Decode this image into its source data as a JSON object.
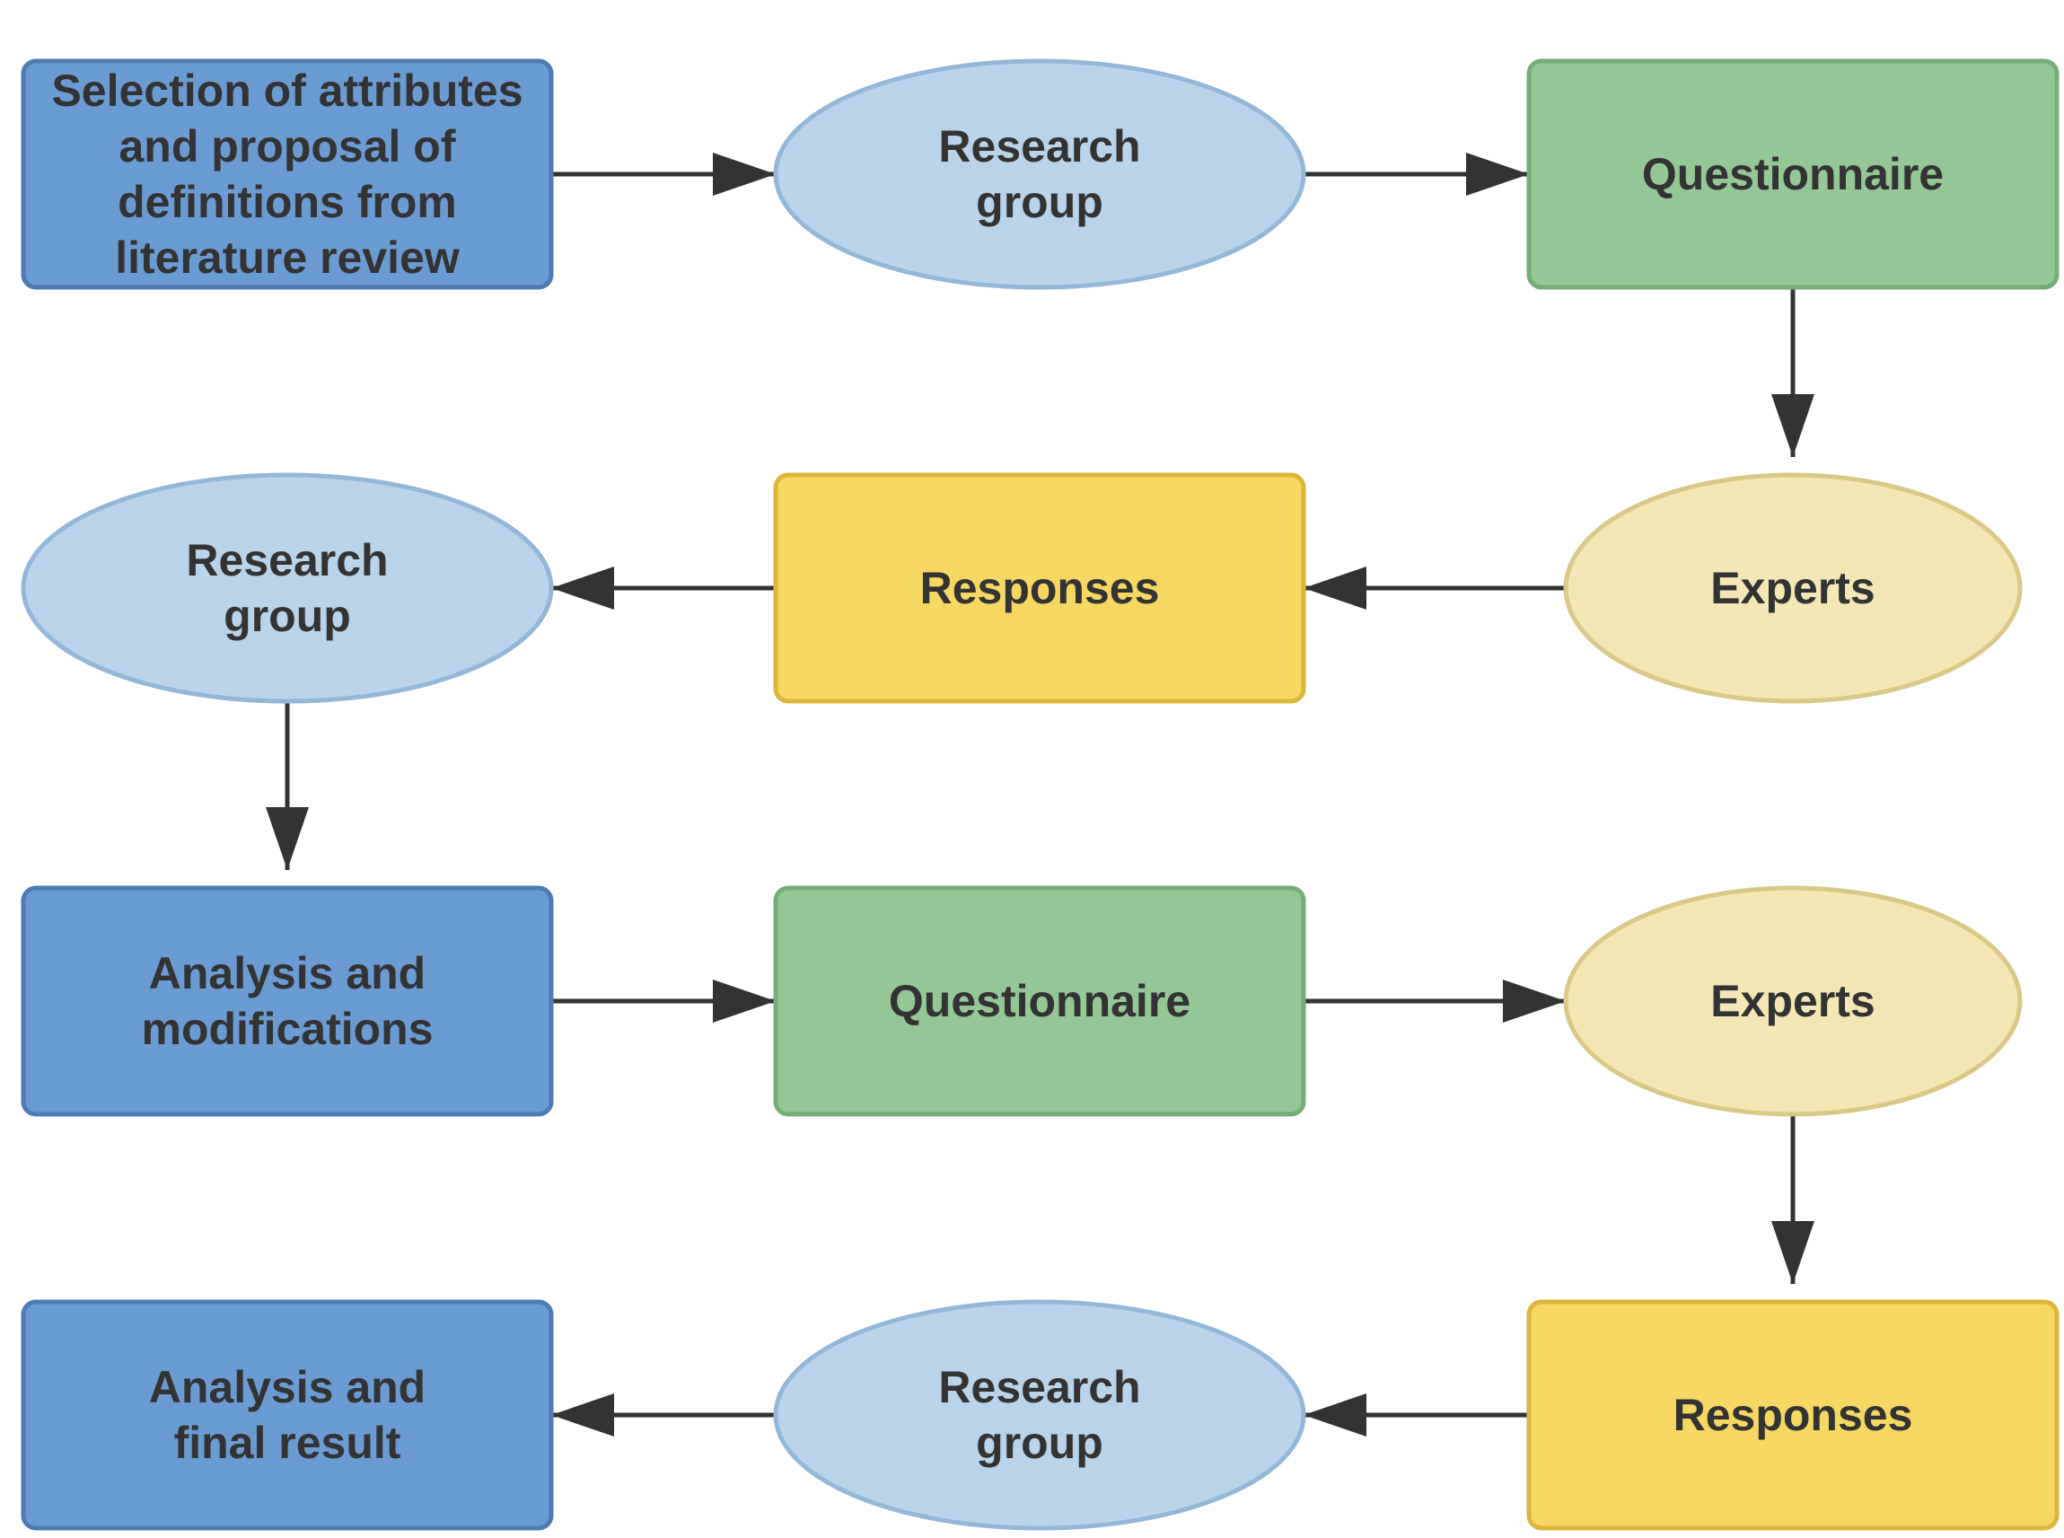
{
  "colors": {
    "process_fill": "#6a9bd3",
    "process_stroke": "#4d7cb5",
    "group_fill": "#b9d4ea",
    "group_stroke": "#93b7d9",
    "questionnaire_fill": "#93c795",
    "questionnaire_stroke": "#74ad77",
    "responses_fill": "#f5d762",
    "responses_stroke": "#dcb53a",
    "experts_fill": "#f4e6b5",
    "experts_stroke": "#d9c886",
    "arrow": "#333333",
    "text": "#333333"
  },
  "nodes": [
    {
      "id": "selection",
      "kind": "process",
      "shape": "rect",
      "lines": [
        "Selection of attributes",
        "and proposal of",
        "definitions from",
        "literature review"
      ]
    },
    {
      "id": "research_group_1",
      "kind": "group",
      "shape": "ellipse",
      "lines": [
        "Research",
        "group"
      ]
    },
    {
      "id": "questionnaire_1",
      "kind": "questionnaire",
      "shape": "rect",
      "lines": [
        "Questionnaire"
      ]
    },
    {
      "id": "experts_1",
      "kind": "experts",
      "shape": "ellipse",
      "lines": [
        "Experts"
      ]
    },
    {
      "id": "responses_1",
      "kind": "responses",
      "shape": "rect",
      "lines": [
        "Responses"
      ]
    },
    {
      "id": "research_group_2",
      "kind": "group",
      "shape": "ellipse",
      "lines": [
        "Research",
        "group"
      ]
    },
    {
      "id": "analysis_modifications",
      "kind": "process",
      "shape": "rect",
      "lines": [
        "Analysis and",
        "modifications"
      ]
    },
    {
      "id": "questionnaire_2",
      "kind": "questionnaire",
      "shape": "rect",
      "lines": [
        "Questionnaire"
      ]
    },
    {
      "id": "experts_2",
      "kind": "experts",
      "shape": "ellipse",
      "lines": [
        "Experts"
      ]
    },
    {
      "id": "responses_2",
      "kind": "responses",
      "shape": "rect",
      "lines": [
        "Responses"
      ]
    },
    {
      "id": "research_group_3",
      "kind": "group",
      "shape": "ellipse",
      "lines": [
        "Research",
        "group"
      ]
    },
    {
      "id": "analysis_final",
      "kind": "process",
      "shape": "rect",
      "lines": [
        "Analysis and",
        "final result"
      ]
    }
  ],
  "edges": [
    {
      "from": "selection",
      "to": "research_group_1"
    },
    {
      "from": "research_group_1",
      "to": "questionnaire_1"
    },
    {
      "from": "questionnaire_1",
      "to": "experts_1"
    },
    {
      "from": "experts_1",
      "to": "responses_1"
    },
    {
      "from": "responses_1",
      "to": "research_group_2"
    },
    {
      "from": "research_group_2",
      "to": "analysis_modifications"
    },
    {
      "from": "analysis_modifications",
      "to": "questionnaire_2"
    },
    {
      "from": "questionnaire_2",
      "to": "experts_2"
    },
    {
      "from": "experts_2",
      "to": "responses_2"
    },
    {
      "from": "responses_2",
      "to": "research_group_3"
    },
    {
      "from": "research_group_3",
      "to": "analysis_final"
    }
  ]
}
